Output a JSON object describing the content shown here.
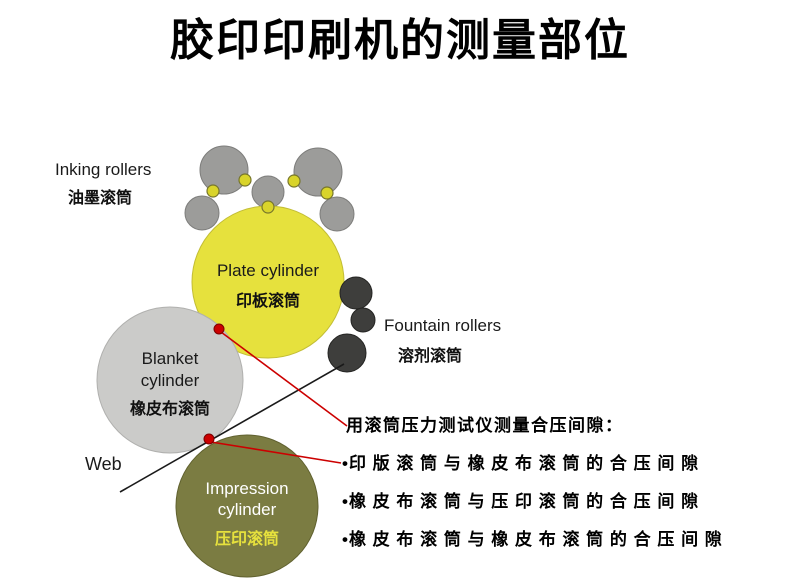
{
  "page": {
    "title": "胶印印刷机的测量部位"
  },
  "diagram": {
    "inking_rollers": {
      "label_en": "Inking rollers",
      "label_zh": "油墨滚筒"
    },
    "plate_cylinder": {
      "label_en": "Plate cylinder",
      "label_zh": "印板滚筒"
    },
    "blanket_cylinder": {
      "label_en_line1": "Blanket",
      "label_en_line2": "cylinder",
      "label_zh": "橡皮布滚筒"
    },
    "impression_cylinder": {
      "label_en_line1": "Impression",
      "label_en_line2": "cylinder",
      "label_zh": "压印滚筒"
    },
    "fountain_rollers": {
      "label_en": "Fountain rollers",
      "label_zh": "溶剂滚筒"
    },
    "web": {
      "label": "Web"
    },
    "colors": {
      "plate_yellow": "#e6e13d",
      "blanket_gray": "#cbcbc9",
      "impression_olive": "#7b7c42",
      "roller_gray": "#9c9c9a",
      "fountain_dark": "#3e3e3c",
      "nip_dot_yellow": "#d9d42a",
      "marker_red": "#cc0000"
    }
  },
  "annotation": {
    "heading": "用滚筒压力测试仪测量合压间隙：",
    "bullets": [
      "•印 版 滚 筒 与 橡 皮 布 滚 筒 的 合 压 间 隙",
      "•橡 皮 布 滚 筒 与 压 印 滚 筒 的 合 压 间 隙",
      "•橡 皮 布 滚 筒 与 橡 皮 布 滚 筒 的 合 压 间 隙"
    ]
  }
}
